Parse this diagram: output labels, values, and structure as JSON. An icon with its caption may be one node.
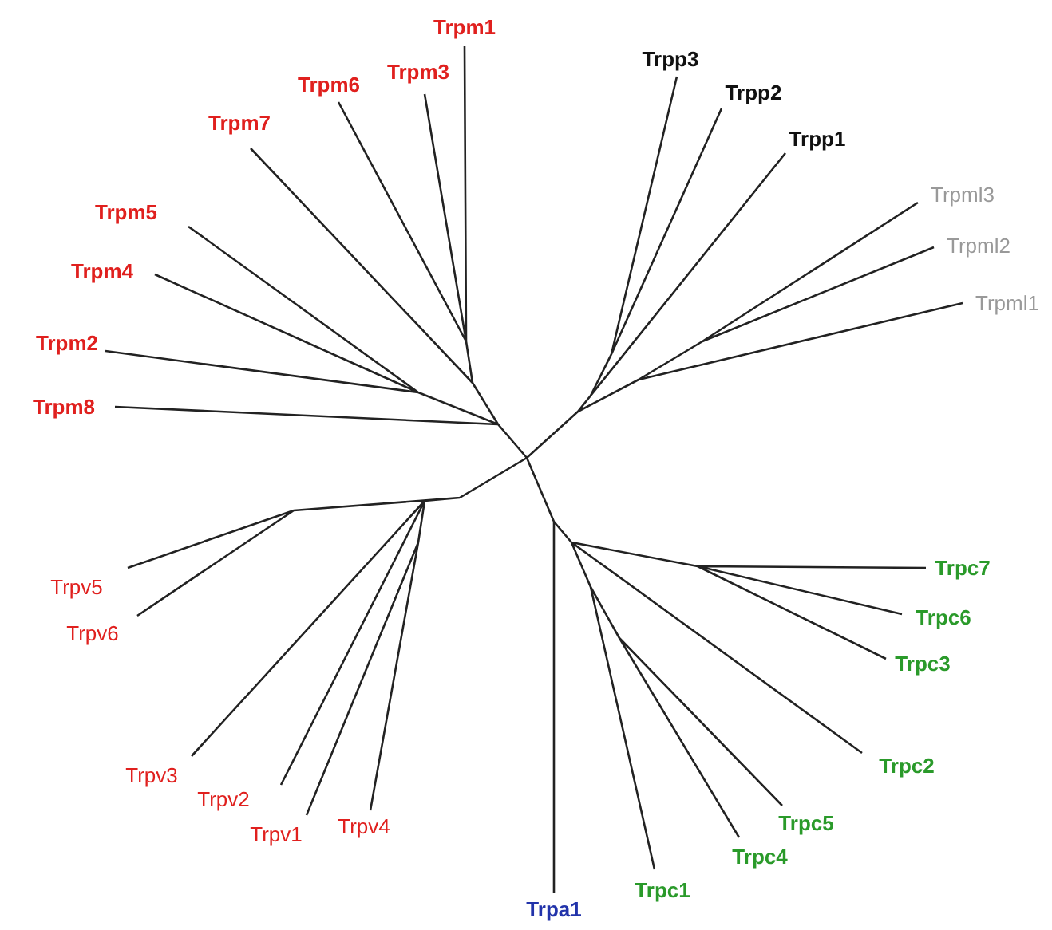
{
  "diagram": {
    "labels": [
      "Trpm1",
      "Trpm3",
      "Trpm6",
      "Trpm7",
      "Trpp3",
      "Trpp2",
      "Trpp1",
      "Trpml3",
      "Trpm5",
      "Trpml2",
      "Trpm4",
      "Trpml1",
      "Trpm2",
      "Trpm8",
      "Trpc7",
      "Trpv5",
      "Trpc6",
      "Trpv6",
      "Trpc3",
      "Trpc2",
      "Trpv3",
      "Trpv2",
      "Trpv4",
      "Trpc5",
      "Trpv1",
      "Trpc4",
      "Trpc1",
      "Trpa1"
    ]
  }
}
